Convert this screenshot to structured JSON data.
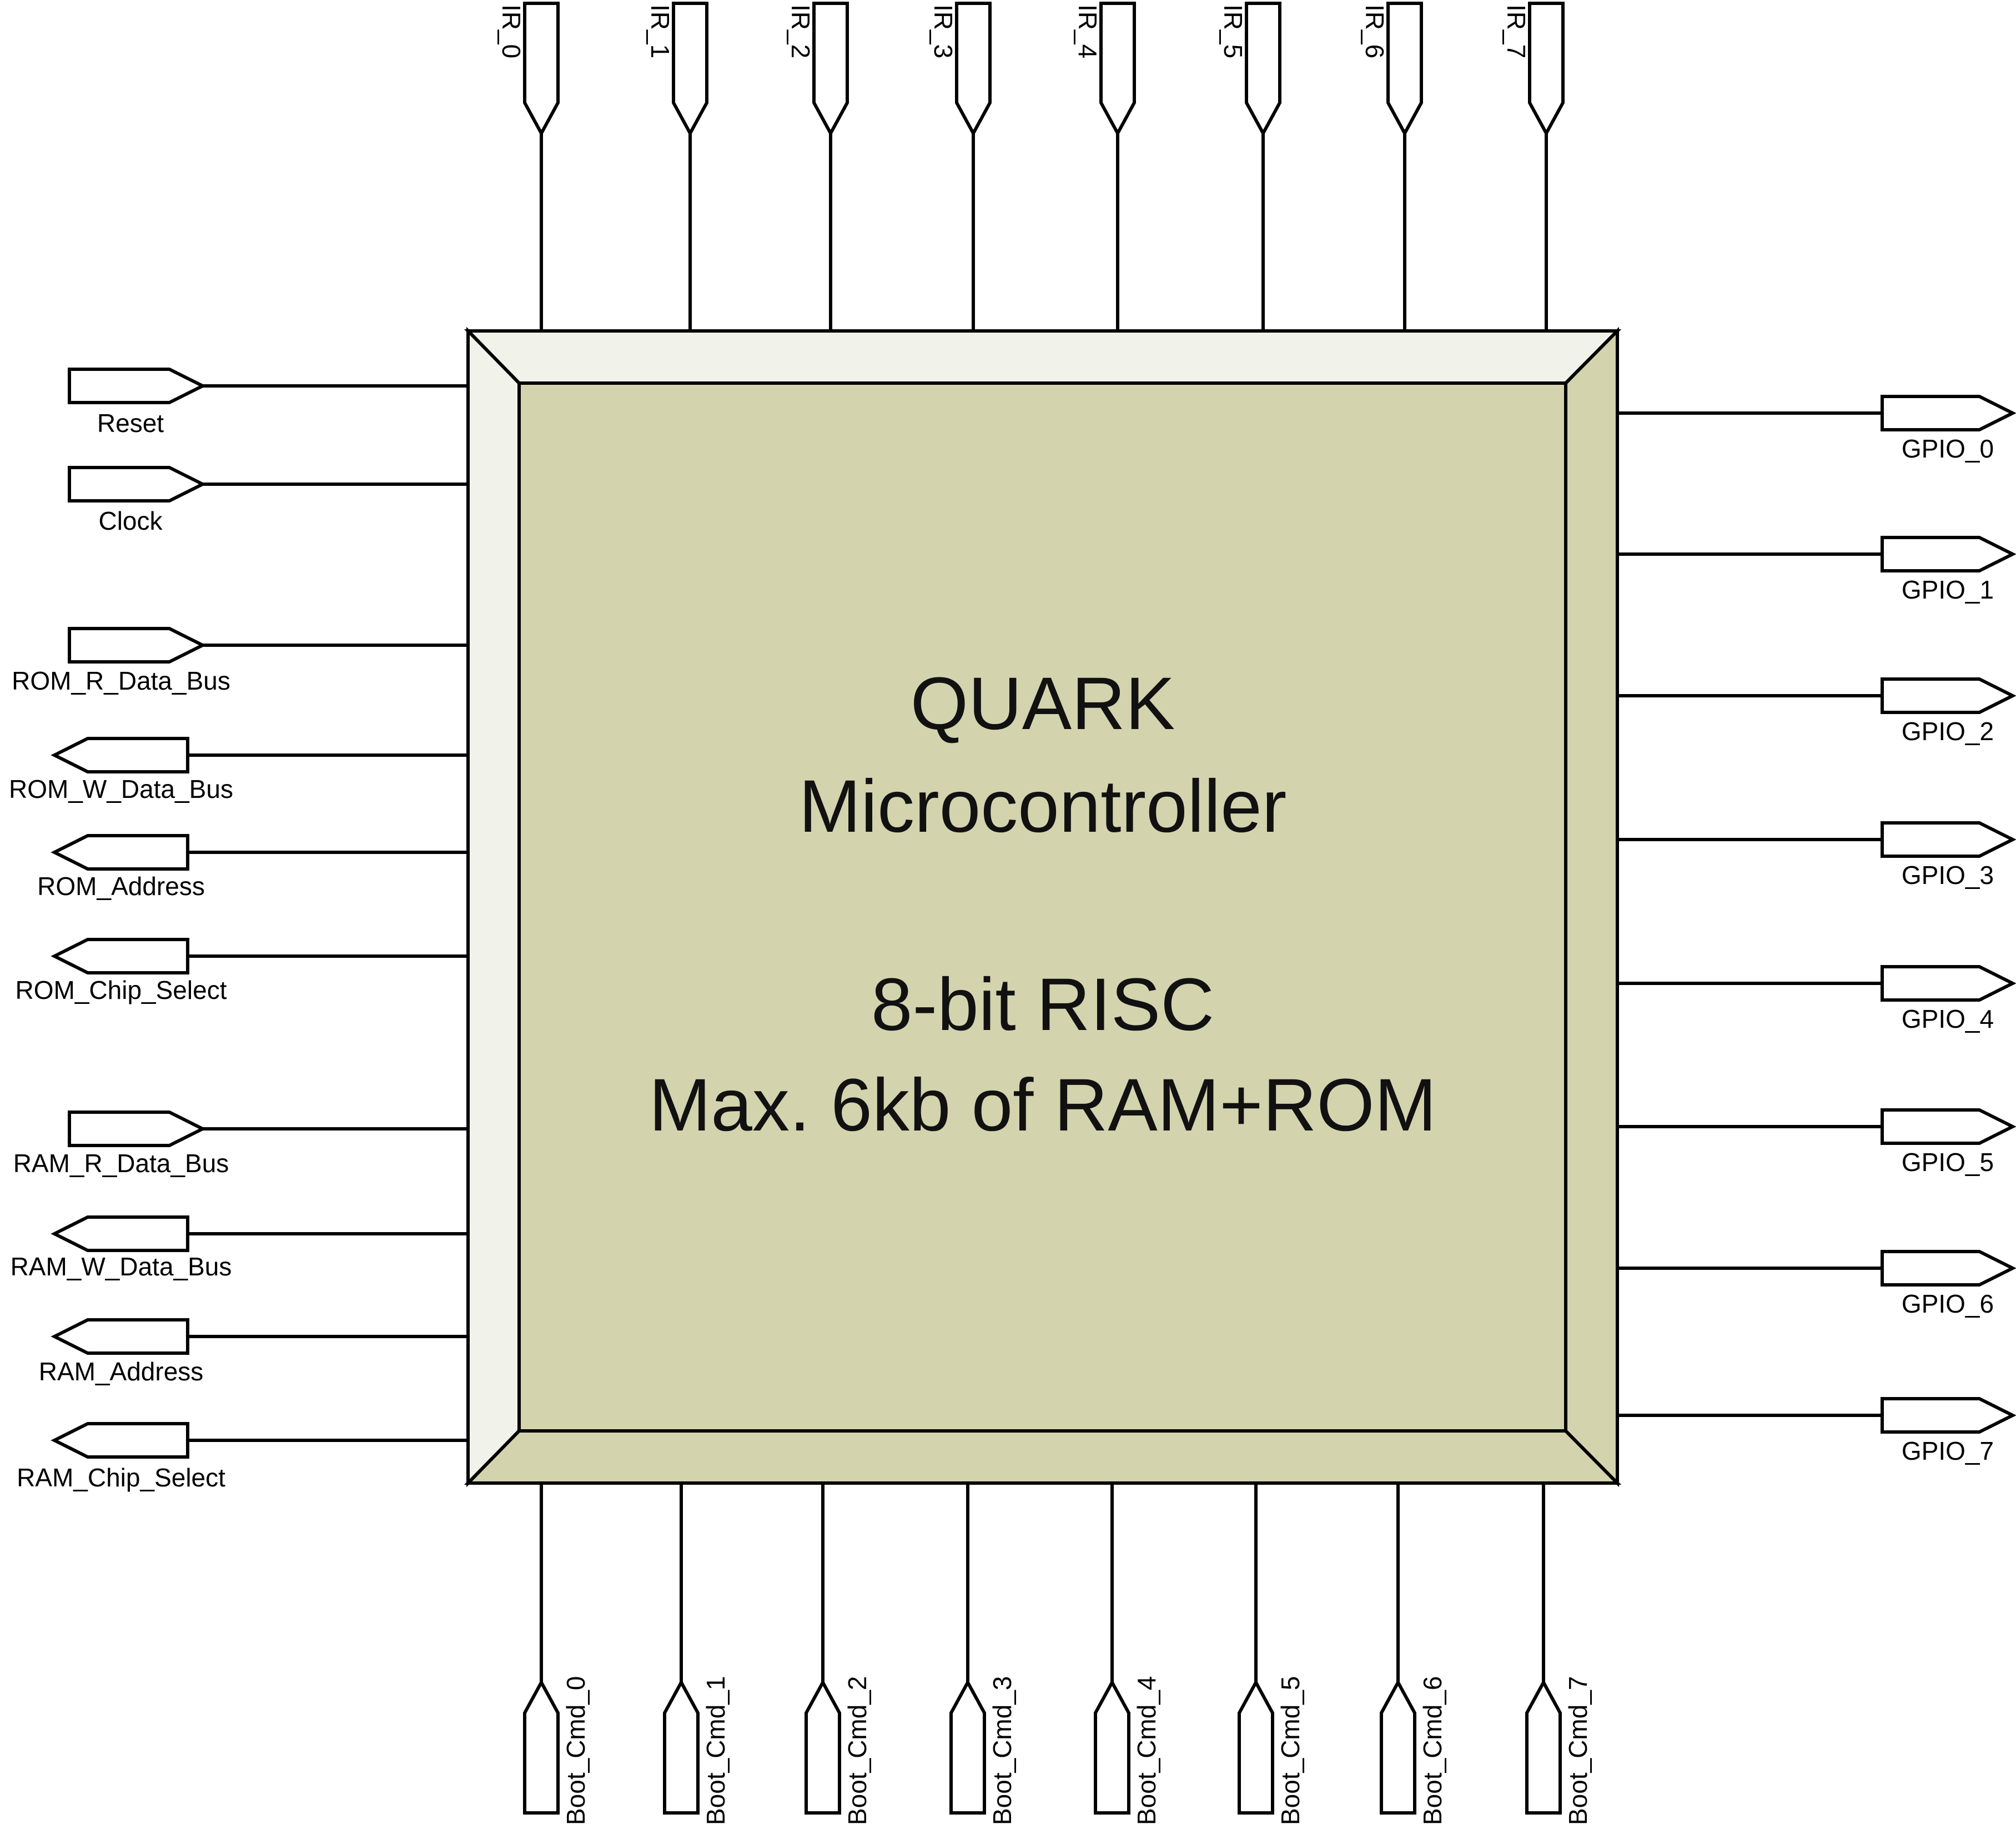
{
  "chip": {
    "line1": "QUARK",
    "line2": "Microcontroller",
    "line3": "8-bit RISC",
    "line4": "Max. 6kb of RAM+ROM",
    "colors": {
      "face": "#d3d3ae",
      "bevel_light": "#f1f2ea",
      "bevel_dark": "#d3d3ae",
      "outline": "#000000"
    }
  },
  "pins": {
    "top": [
      {
        "label": "IR_0",
        "direction": "input"
      },
      {
        "label": "IR_1",
        "direction": "input"
      },
      {
        "label": "IR_2",
        "direction": "input"
      },
      {
        "label": "IR_3",
        "direction": "input"
      },
      {
        "label": "IR_4",
        "direction": "input"
      },
      {
        "label": "IR_5",
        "direction": "input"
      },
      {
        "label": "IR_6",
        "direction": "input"
      },
      {
        "label": "IR_7",
        "direction": "input"
      }
    ],
    "left": [
      {
        "label": "Reset",
        "direction": "input"
      },
      {
        "label": "Clock",
        "direction": "input"
      },
      {
        "label": "ROM_R_Data_Bus",
        "direction": "input"
      },
      {
        "label": "ROM_W_Data_Bus",
        "direction": "output"
      },
      {
        "label": "ROM_Address",
        "direction": "output"
      },
      {
        "label": "ROM_Chip_Select",
        "direction": "output"
      },
      {
        "label": "RAM_R_Data_Bus",
        "direction": "input"
      },
      {
        "label": "RAM_W_Data_Bus",
        "direction": "output"
      },
      {
        "label": "RAM_Address",
        "direction": "output"
      },
      {
        "label": "RAM_Chip_Select",
        "direction": "output"
      }
    ],
    "right": [
      {
        "label": "GPIO_0",
        "direction": "output"
      },
      {
        "label": "GPIO_1",
        "direction": "output"
      },
      {
        "label": "GPIO_2",
        "direction": "output"
      },
      {
        "label": "GPIO_3",
        "direction": "output"
      },
      {
        "label": "GPIO_4",
        "direction": "output"
      },
      {
        "label": "GPIO_5",
        "direction": "output"
      },
      {
        "label": "GPIO_6",
        "direction": "output"
      },
      {
        "label": "GPIO_7",
        "direction": "output"
      }
    ],
    "bottom": [
      {
        "label": "Boot_Cmd_0",
        "direction": "input"
      },
      {
        "label": "Boot_Cmd_1",
        "direction": "input"
      },
      {
        "label": "Boot_Cmd_2",
        "direction": "input"
      },
      {
        "label": "Boot_Cmd_3",
        "direction": "input"
      },
      {
        "label": "Boot_Cmd_4",
        "direction": "input"
      },
      {
        "label": "Boot_Cmd_5",
        "direction": "input"
      },
      {
        "label": "Boot_Cmd_6",
        "direction": "input"
      },
      {
        "label": "Boot_Cmd_7",
        "direction": "input"
      }
    ]
  }
}
